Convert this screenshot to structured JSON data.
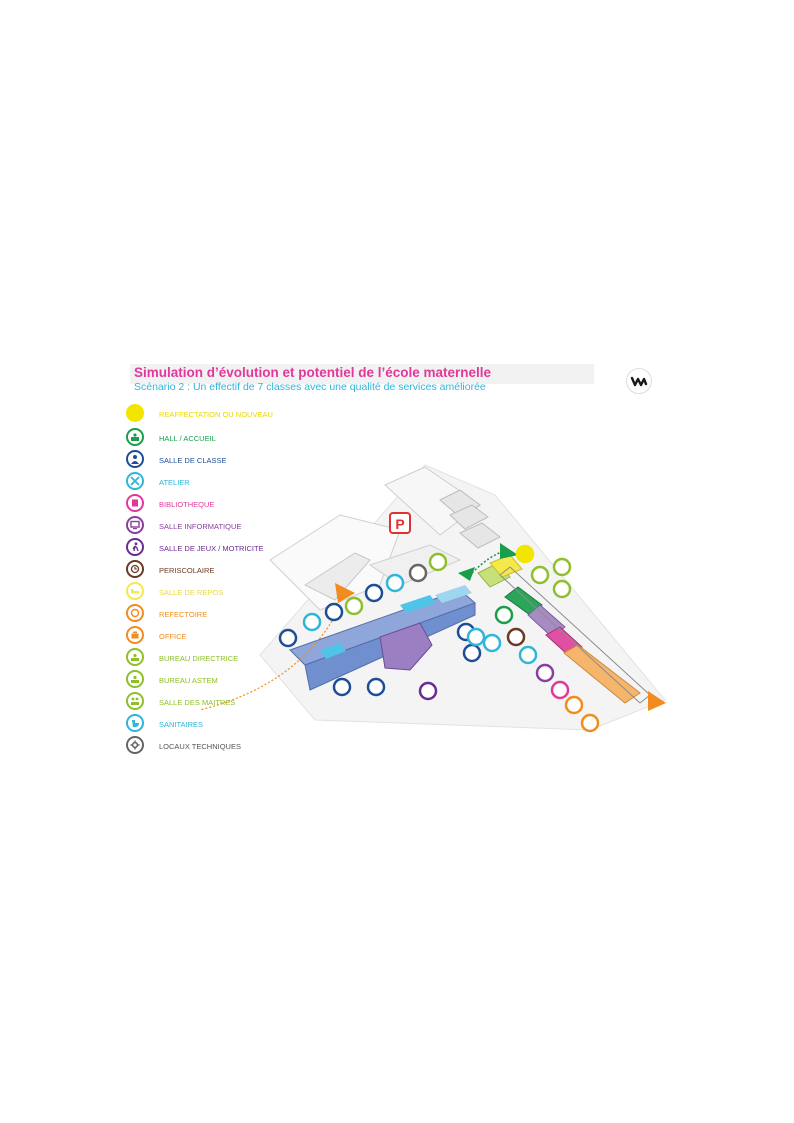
{
  "header": {
    "title": "Simulation d’évolution et potentiel de l’école maternelle",
    "subtitle": "Scénario 2 : Un effectif de 7 classes avec une qualité de services améliorée"
  },
  "legend": [
    {
      "label": "REAFFECTATION OU NOUVEAU",
      "color": "#f2e600",
      "icon": "filled-circle-icon"
    },
    {
      "label": "HALL / ACCUEIL",
      "color": "#1a9e4b",
      "icon": "reception-desk-icon"
    },
    {
      "label": "SALLE DE CLASSE",
      "color": "#1f4e96",
      "icon": "pupil-icon"
    },
    {
      "label": "ATELIER",
      "color": "#2fb6d9",
      "icon": "tools-icon"
    },
    {
      "label": "BIBLIOTHEQUE",
      "color": "#e0399a",
      "icon": "book-icon"
    },
    {
      "label": "SALLE INFORMATIQUE",
      "color": "#8a3f9e",
      "icon": "computer-icon"
    },
    {
      "label": "SALLE DE JEUX / MOTRICITE",
      "color": "#6a2c91",
      "icon": "running-child-icon"
    },
    {
      "label": "PERISCOLAIRE",
      "color": "#6b3a22",
      "icon": "clock-child-icon"
    },
    {
      "label": "SALLE DE REPOS",
      "color": "#f5e94a",
      "icon": "bed-icon"
    },
    {
      "label": "REFECTOIRE",
      "color": "#f28c1e",
      "icon": "plate-icon"
    },
    {
      "label": "OFFICE",
      "color": "#f28c1e",
      "icon": "kitchen-pot-icon"
    },
    {
      "label": "BUREAU DIRECTRICE",
      "color": "#8fbf2a",
      "icon": "office-desk-icon"
    },
    {
      "label": "BUREAU ASTEM",
      "color": "#8fbf2a",
      "icon": "office-desk-icon"
    },
    {
      "label": "SALLE DES MAITRES",
      "color": "#8fbf2a",
      "icon": "teachers-room-icon"
    },
    {
      "label": "SANITAIRES",
      "color": "#2fb6d9",
      "icon": "toilet-icon"
    },
    {
      "label": "LOCAUX TECHNIQUES",
      "color": "#666666",
      "icon": "gear-icon"
    }
  ],
  "plan": {
    "parking_label": "P",
    "parking_color": "#e03030",
    "entrance_arrow_color": "#1a9e4b",
    "access_arrow_color": "#f28c1e"
  }
}
